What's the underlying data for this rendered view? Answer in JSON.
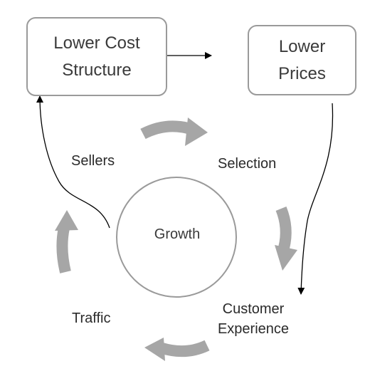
{
  "boxes": {
    "lower_cost_structure": "Lower Cost\nStructure",
    "lower_prices": "Lower\nPrices"
  },
  "cycle_labels": {
    "sellers": "Sellers",
    "selection": "Selection",
    "customer_experience": "Customer\nExperience",
    "traffic": "Traffic"
  },
  "center": {
    "growth": "Growth"
  },
  "colors": {
    "cycle_arrow": "#a6a6a6",
    "box_border": "#9a9a9a",
    "circle_border": "#9a9a9a",
    "connector": "#000000"
  }
}
